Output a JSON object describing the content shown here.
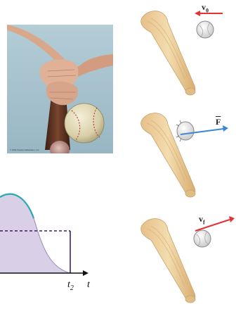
{
  "photo": {
    "credit": "© 2011 Pearson Education, Inc."
  },
  "graph": {
    "t2_label": "t",
    "t2_sub": "2",
    "t_label": "t",
    "colors": {
      "curve": "#2aa8ae",
      "fill": "#d9cfe6",
      "dashed": "#3a1f66"
    }
  },
  "panels": [
    {
      "label_main": "v",
      "label_sub": "0",
      "arrow_color": "#e23232",
      "arrow_direction": "left",
      "icons": [
        "bat-icon",
        "ball-icon"
      ]
    },
    {
      "label_main": "F",
      "label_style": "vector-bar",
      "arrow_color": "#3d86d4",
      "arrow_direction": "right",
      "icons": [
        "bat-icon",
        "ball-icon"
      ]
    },
    {
      "label_main": "v",
      "label_sub": "f",
      "arrow_color": "#e23232",
      "arrow_direction": "up-right",
      "icons": [
        "bat-icon",
        "ball-icon"
      ]
    }
  ]
}
